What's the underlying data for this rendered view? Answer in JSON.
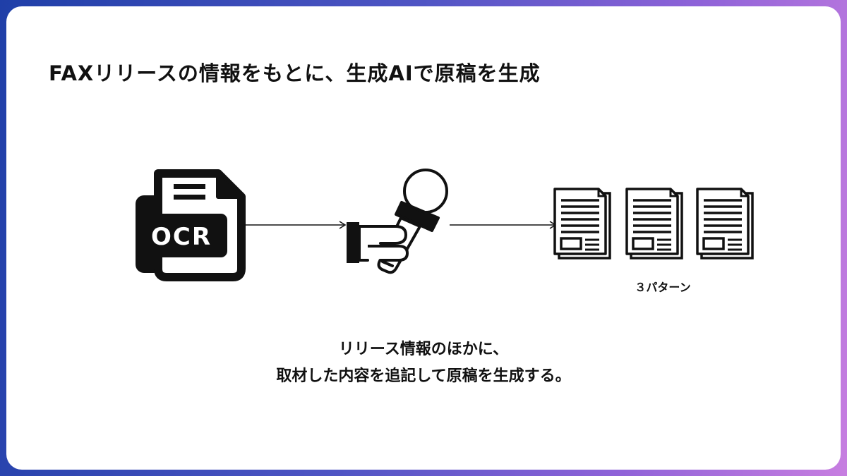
{
  "slide": {
    "title": "FAXリリースの情報をもとに、生成AIで原稿を生成",
    "pattern_label": "３パターン",
    "caption_line1": "リリース情報のほかに、",
    "caption_line2": "取材した内容を追記して原稿を生成する。"
  },
  "diagram": {
    "nodes": [
      {
        "id": "ocr",
        "icon": "ocr-document-icon",
        "icon_text": "OCR"
      },
      {
        "id": "interview",
        "icon": "microphone-hand-icon"
      },
      {
        "id": "articles",
        "icon": "article-document-icon",
        "count": 3
      }
    ],
    "edges": [
      {
        "from": "ocr",
        "to": "interview"
      },
      {
        "from": "interview",
        "to": "articles"
      }
    ]
  },
  "colors": {
    "frame_gradient_start": "#1f3fa8",
    "frame_gradient_end": "#c77ee0",
    "icon": "#111111",
    "background": "#ffffff"
  }
}
